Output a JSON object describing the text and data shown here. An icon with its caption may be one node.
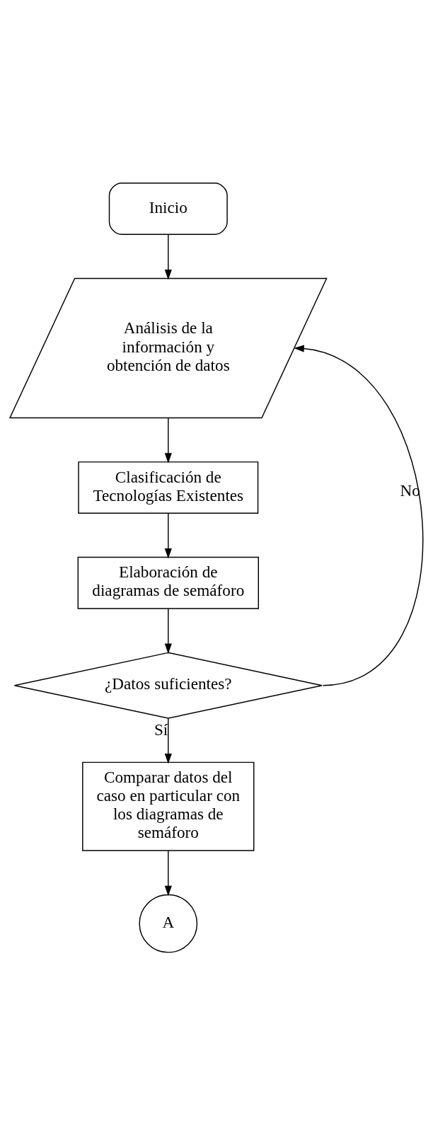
{
  "diagram": {
    "nodes": [
      {
        "text": [
          "Inicio"
        ]
      },
      {
        "text": [
          "Análisis de la información y obtención de datos"
        ]
      },
      {
        "text": [
          "Clasificación de Tecnologías Existentes"
        ]
      },
      {
        "text": [
          "Elaboración de diagramas de semáforo"
        ]
      },
      {
        "text": [
          "¿Datos suficientes?"
        ]
      },
      {
        "text": [
          "Comparar datos del caso en particular con los diagramas de semáforo"
        ]
      },
      {
        "text": [
          "A"
        ]
      }
    ],
    "edges": [
      {
        "from": 0,
        "to": 1,
        "arrow": "to"
      },
      {
        "from": 1,
        "to": 2,
        "arrow": "to"
      },
      {
        "from": 2,
        "to": 3,
        "arrow": "to"
      },
      {
        "from": 3,
        "to": 4,
        "arrow": "to"
      },
      {
        "from": 4,
        "to": 5,
        "arrow": "to",
        "label": "Sí"
      },
      {
        "from": 4,
        "to": 1,
        "arrow": "to",
        "label": "No"
      },
      {
        "from": 5,
        "to": 6,
        "arrow": "to"
      }
    ]
  }
}
